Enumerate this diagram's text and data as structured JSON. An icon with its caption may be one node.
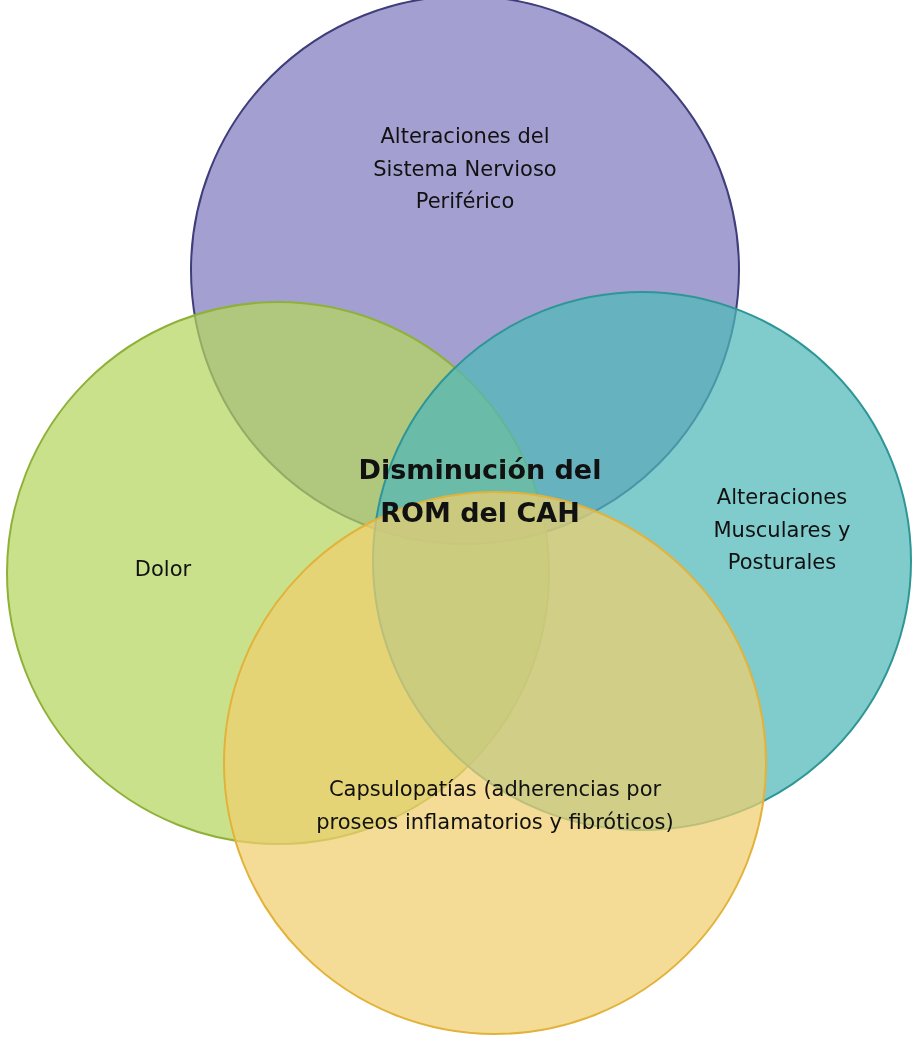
{
  "diagram": {
    "nodes": [
      {
        "text": [
          "Alteraciones del Sistema Nervioso Periférico"
        ]
      },
      {
        "text": [
          "Dolor"
        ]
      },
      {
        "text": [
          "Alteraciones Musculares y Posturales"
        ]
      },
      {
        "text": [
          "Capsulopatías (adherencias por proseos inflamatorios y fibróticos)"
        ]
      }
    ],
    "edges": [],
    "labels": [
      "Disminución del ROM del CAH"
    ]
  }
}
